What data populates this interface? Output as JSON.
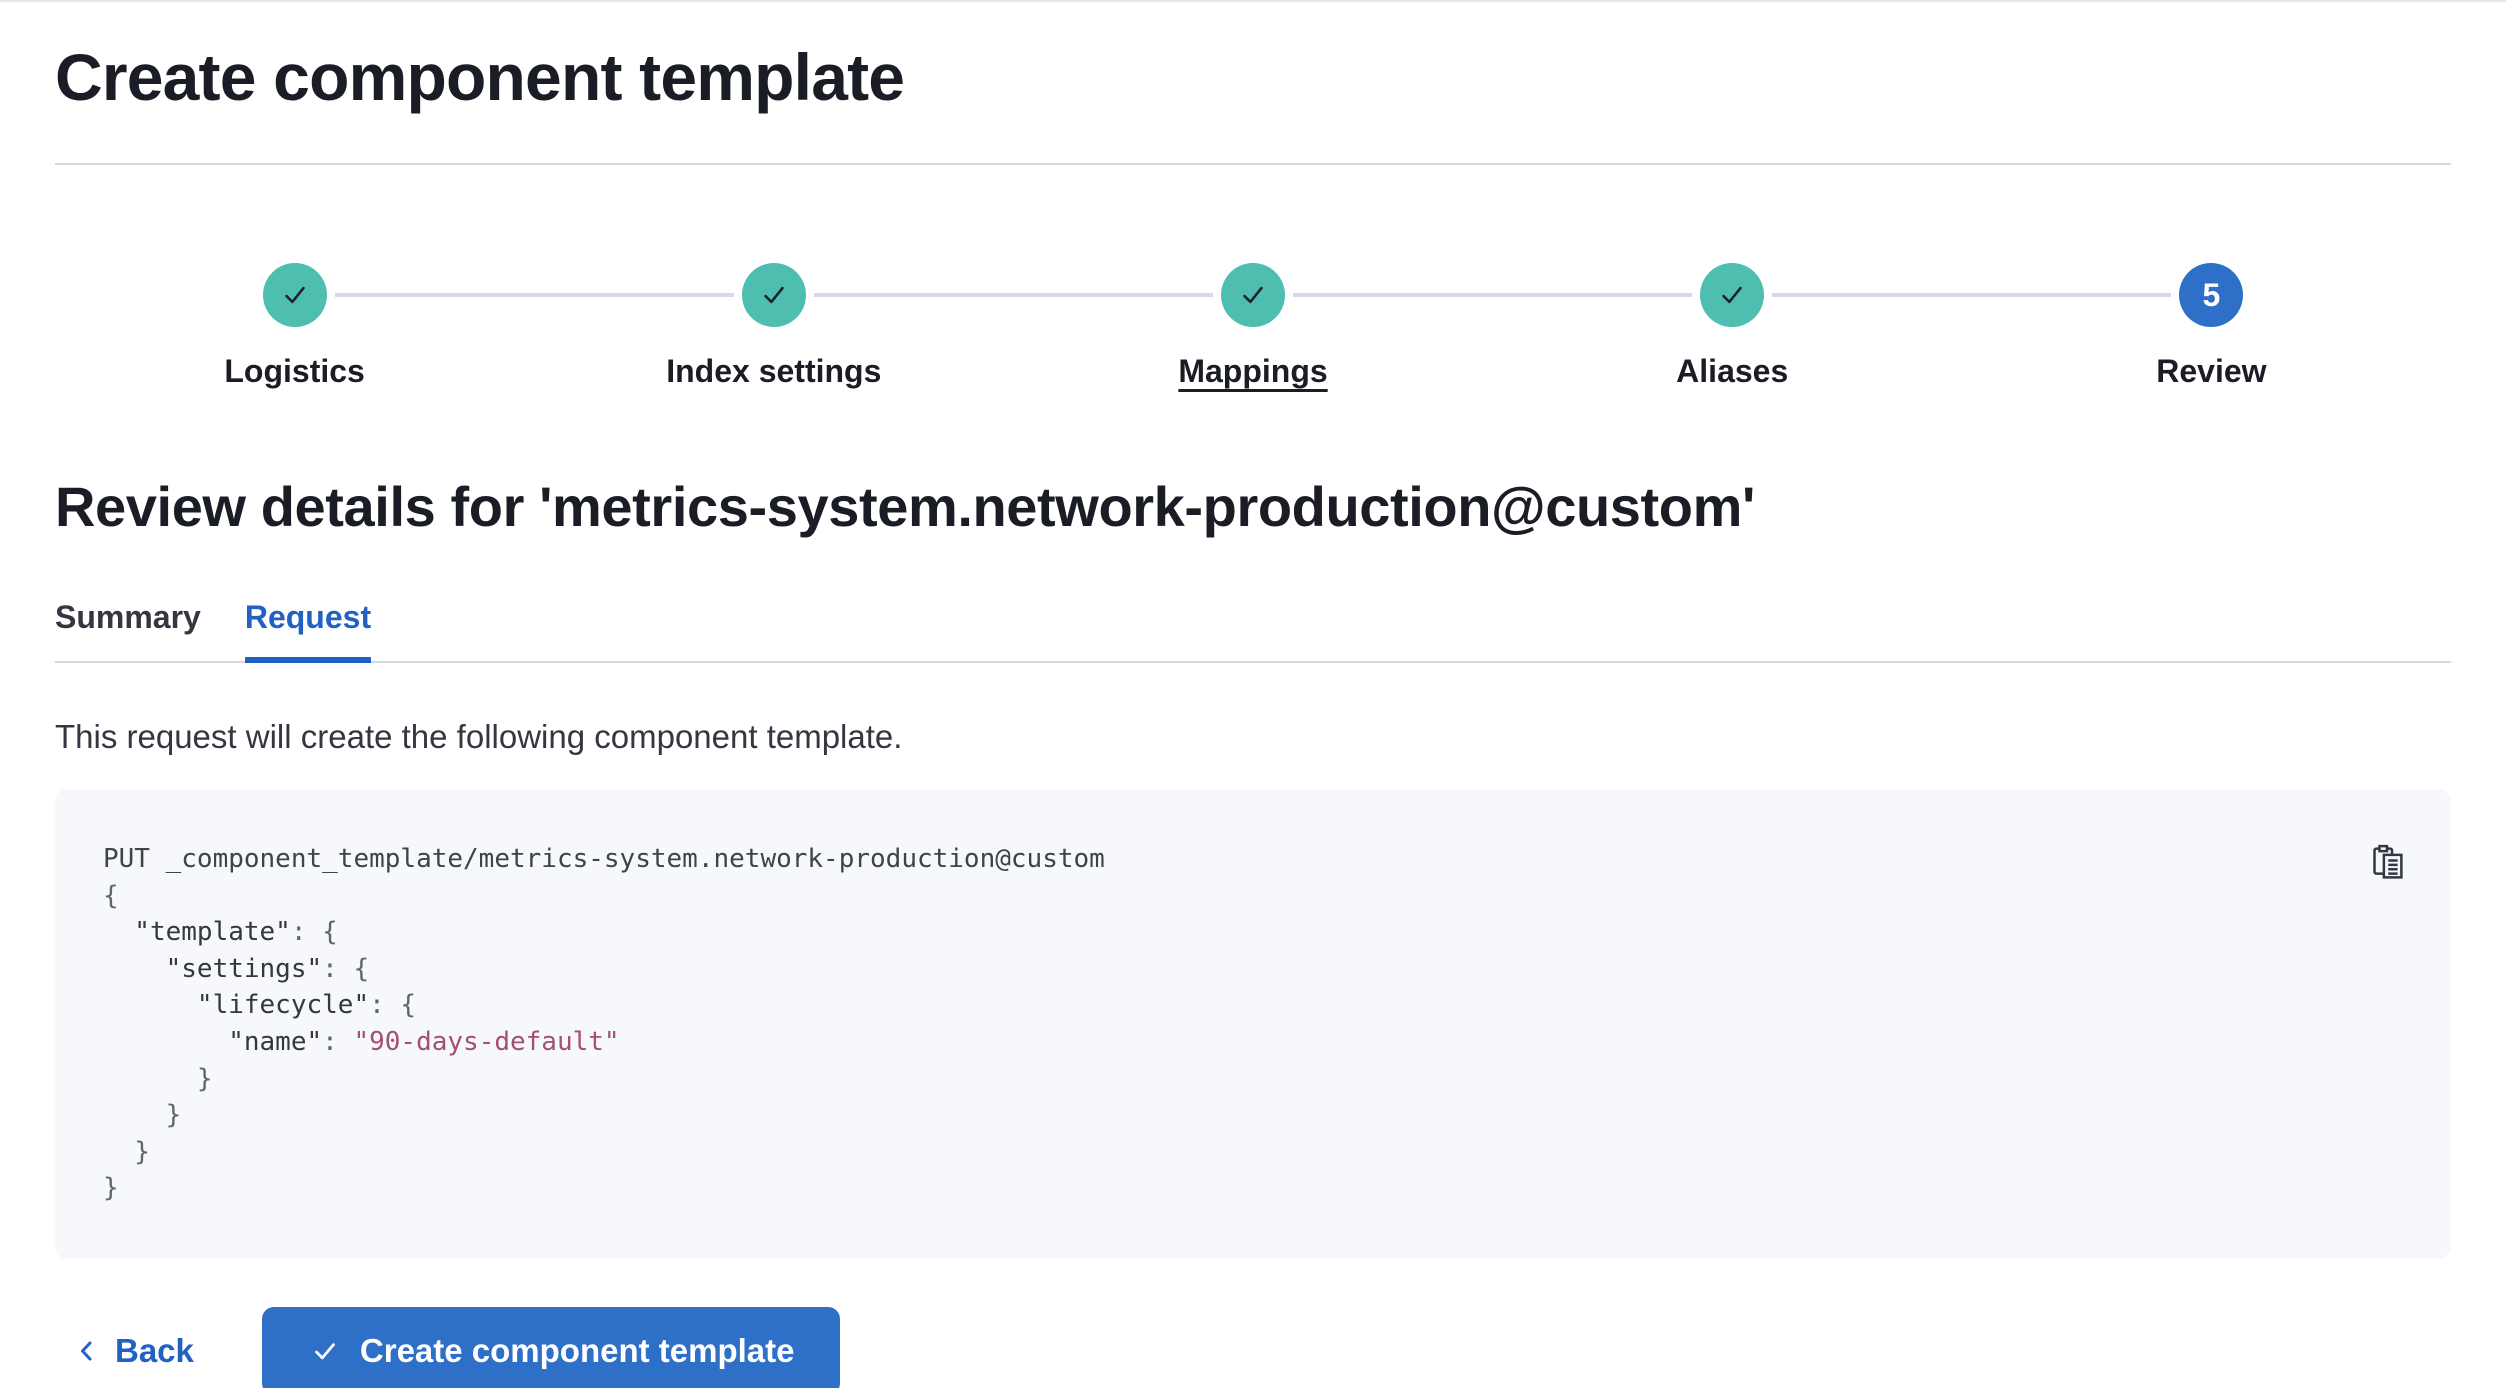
{
  "page": {
    "title": "Create component template"
  },
  "stepper": {
    "steps": [
      {
        "label": "Logistics",
        "status": "complete",
        "icon": "check-icon"
      },
      {
        "label": "Index settings",
        "status": "complete",
        "icon": "check-icon"
      },
      {
        "label": "Mappings",
        "status": "complete",
        "icon": "check-icon",
        "underlined": true
      },
      {
        "label": "Aliases",
        "status": "complete",
        "icon": "check-icon"
      },
      {
        "label": "Review",
        "status": "current",
        "number": "5"
      }
    ]
  },
  "review": {
    "heading": "Review details for 'metrics-system.network-production@custom'",
    "tabs": [
      {
        "label": "Summary",
        "active": false
      },
      {
        "label": "Request",
        "active": true
      }
    ],
    "description": "This request will create the following component template."
  },
  "code": {
    "copy_icon": "copy-clipboard-icon",
    "lines": [
      {
        "text": "PUT _component_template/metrics-system.network-production@custom"
      },
      {
        "text": "{"
      },
      {
        "key": "  \"template\"",
        "rest": ": {"
      },
      {
        "key": "    \"settings\"",
        "rest": ": {"
      },
      {
        "key": "      \"lifecycle\"",
        "rest": ": {"
      },
      {
        "key": "        \"name\"",
        "rest": ": ",
        "value": "\"90-days-default\""
      },
      {
        "text": "      }"
      },
      {
        "text": "    }"
      },
      {
        "text": "  }"
      },
      {
        "text": "}"
      }
    ]
  },
  "footer": {
    "back_label": "Back",
    "back_icon": "chevron-left-icon",
    "submit_label": "Create component template",
    "submit_icon": "check-icon"
  },
  "colors": {
    "primary": "#2e6fc8",
    "primary-text": "#2161c4",
    "success": "#4dbeb0",
    "divider": "#d3dae6",
    "text": "#343741",
    "heading": "#1a1d26",
    "code-bg": "#f6f8fb",
    "code-string": "#a4516c"
  }
}
